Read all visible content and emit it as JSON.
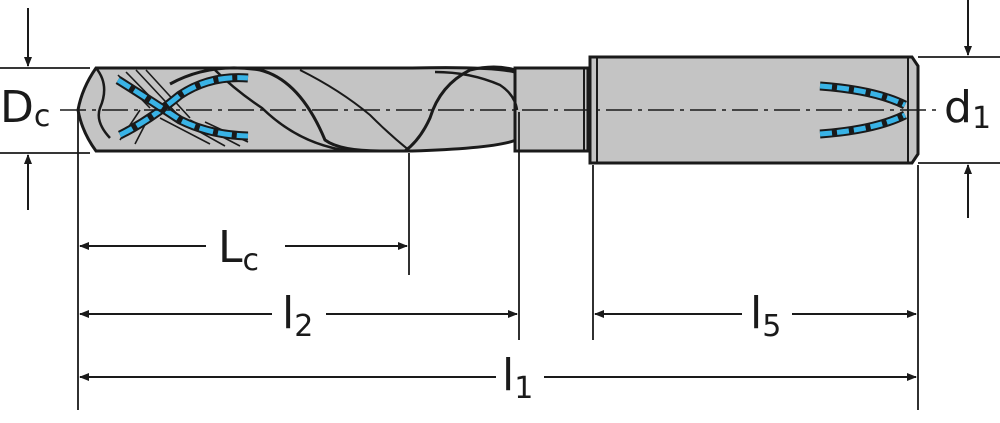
{
  "labels": {
    "cutting_diameter": {
      "main": "D",
      "sub": "c"
    },
    "shank_diameter": {
      "main": "d",
      "sub": "1"
    },
    "cutting_length": {
      "main": "L",
      "sub": "c"
    },
    "length_2": {
      "main": "l",
      "sub": "2"
    },
    "shank_length": {
      "main": "l",
      "sub": "5"
    },
    "overall_length": {
      "main": "l",
      "sub": "1"
    }
  },
  "colors": {
    "tool_fill": "#c4c4c4",
    "outline": "#1a1a1a",
    "coolant_channel": "#39b3e6"
  }
}
